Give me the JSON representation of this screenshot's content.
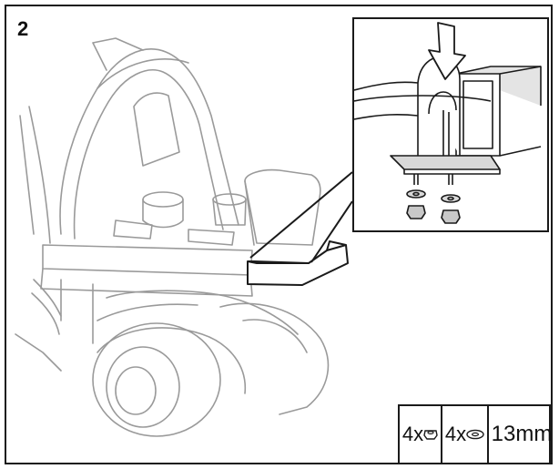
{
  "step": {
    "number": "2"
  },
  "icons": {
    "main": "mower-line-drawing",
    "inset": "bracket-bolt-detail",
    "arrow": "down-arrow-icon",
    "nut": "nut-icon",
    "washer": "washer-icon",
    "wrench": "wrench-icon"
  },
  "hardware": {
    "nut_qty": "4x",
    "washer_qty": "4x",
    "wrench_size": "13mm"
  },
  "colors": {
    "line": "#1a1a1a",
    "ghost": "#9a9a9a",
    "metal": "#d8d8d8"
  }
}
